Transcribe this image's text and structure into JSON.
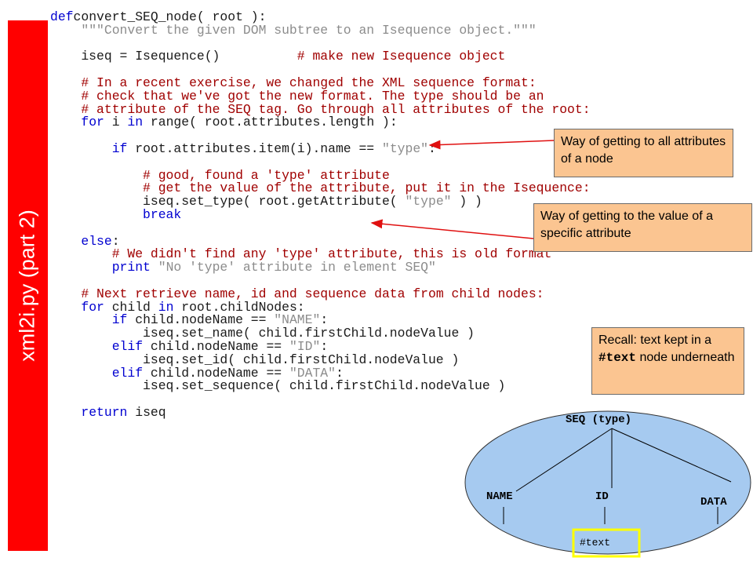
{
  "slide": {
    "side_title": "xml2i.py (part 2)"
  },
  "code_lines": [
    [
      [
        "kw",
        "def"
      ],
      [
        "",
        "convert_SEQ_node( root ):"
      ]
    ],
    [
      [
        "",
        "    "
      ],
      [
        "str",
        "\"\"\"Convert the given DOM subtree to an Isequence object.\"\"\""
      ]
    ],
    [
      [
        "",
        ""
      ]
    ],
    [
      [
        "",
        "    iseq = Isequence()          "
      ],
      [
        "cm",
        "# make new Isequence object"
      ]
    ],
    [
      [
        "",
        ""
      ]
    ],
    [
      [
        "",
        "    "
      ],
      [
        "cm",
        "# In a recent exercise, we changed the XML sequence format:"
      ]
    ],
    [
      [
        "",
        "    "
      ],
      [
        "cm",
        "# check that we've got the new format. The type should be an"
      ]
    ],
    [
      [
        "",
        "    "
      ],
      [
        "cm",
        "# attribute of the SEQ tag. Go through all attributes of the root:"
      ]
    ],
    [
      [
        "",
        "    "
      ],
      [
        "kw",
        "for"
      ],
      [
        "",
        " i "
      ],
      [
        "kw",
        "in"
      ],
      [
        "",
        "",
        " range( root.attributes.length ):"
      ]
    ],
    [
      [
        "",
        ""
      ]
    ],
    [
      [
        "",
        "        "
      ],
      [
        "kw",
        "if"
      ],
      [
        "",
        " root.attributes.item(i).name == "
      ],
      [
        "str",
        "\"type\""
      ],
      [
        "",
        ":"
      ]
    ],
    [
      [
        "",
        ""
      ]
    ],
    [
      [
        "",
        "            "
      ],
      [
        "cm",
        "# good, found a 'type' attribute"
      ]
    ],
    [
      [
        "",
        "            "
      ],
      [
        "cm",
        "# get the value of the attribute, put it in the Isequence:"
      ]
    ],
    [
      [
        "",
        "            iseq.set_type( root.getAttribute( "
      ],
      [
        "str",
        "\"type\""
      ],
      [
        "",
        " ) )"
      ]
    ],
    [
      [
        "",
        "            "
      ],
      [
        "kw",
        "break"
      ]
    ],
    [
      [
        "",
        ""
      ]
    ],
    [
      [
        "",
        "    "
      ],
      [
        "kw",
        "else"
      ],
      [
        "",
        ":"
      ]
    ],
    [
      [
        "",
        "        "
      ],
      [
        "cm",
        "# We didn't find any 'type' attribute, this is old format"
      ]
    ],
    [
      [
        "",
        "        "
      ],
      [
        "kw",
        "print"
      ],
      [
        "",
        " "
      ],
      [
        "str",
        "\"No 'type' attribute in element SEQ\""
      ]
    ],
    [
      [
        "",
        ""
      ]
    ],
    [
      [
        "",
        "    "
      ],
      [
        "cm",
        "# Next retrieve name, id and sequence data from child nodes:"
      ]
    ],
    [
      [
        "",
        "    "
      ],
      [
        "kw",
        "for"
      ],
      [
        "",
        " child "
      ],
      [
        "kw",
        "in"
      ],
      [
        "",
        " root.childNodes:"
      ]
    ],
    [
      [
        "",
        "        "
      ],
      [
        "kw",
        "if"
      ],
      [
        "",
        " child.nodeName == "
      ],
      [
        "str",
        "\"NAME\""
      ],
      [
        "",
        ":"
      ]
    ],
    [
      [
        "",
        "            iseq.set_name( child.firstChild.nodeValue )"
      ]
    ],
    [
      [
        "",
        "        "
      ],
      [
        "kw",
        "elif"
      ],
      [
        "",
        " child.nodeName == "
      ],
      [
        "str",
        "\"ID\""
      ],
      [
        "",
        ":"
      ]
    ],
    [
      [
        "",
        "            iseq.set_id( child.firstChild.nodeValue )"
      ]
    ],
    [
      [
        "",
        "        "
      ],
      [
        "kw",
        "elif"
      ],
      [
        "",
        " child.nodeName == "
      ],
      [
        "str",
        "\"DATA\""
      ],
      [
        "",
        ":"
      ]
    ],
    [
      [
        "",
        "            iseq.set_sequence( child.firstChild.nodeValue )"
      ]
    ],
    [
      [
        "",
        ""
      ]
    ],
    [
      [
        "",
        "    "
      ],
      [
        "kw",
        "return"
      ],
      [
        "",
        " iseq"
      ]
    ]
  ],
  "callouts": {
    "attributes": "Way of getting to all attributes of a node",
    "value": "Way of getting to the value of a specific attribute",
    "recall_before": "Recall: text kept in a ",
    "recall_code": "#text",
    "recall_after": " node underneath"
  },
  "tree": {
    "root": "SEQ (type)",
    "children": [
      "NAME",
      "ID",
      "DATA"
    ],
    "text_node": "#text"
  },
  "colors": {
    "side_bar": "#ff0000",
    "callout_fill": "#fbc591",
    "arrow": "#e01010",
    "tree_ellipse": "#a6caf0",
    "text_node_border": "#ffff00",
    "keyword": "#0000d0",
    "string": "#8c8c8c",
    "comment": "#a00000"
  }
}
